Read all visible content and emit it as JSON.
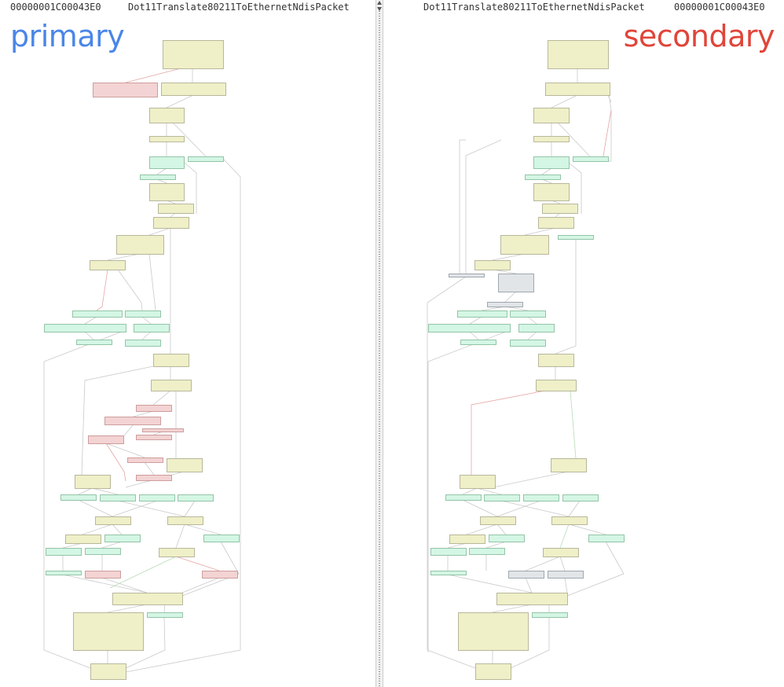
{
  "colors": {
    "primary": "#4a86e8",
    "secondary": "#e0453a",
    "matched": "#efefc8",
    "matched_border": "#a9a98a",
    "diff": "#f3d3d3",
    "diff_border": "#c48b8b",
    "identical": "#d4f6e4",
    "identical_border": "#7fb797",
    "unmatched": "#e1e5e8",
    "unmatched_border": "#8c959c",
    "edge": "#c9c9c9",
    "edge_red": "#e6a5a5",
    "edge_green": "#b7dcb7"
  },
  "left": {
    "address": "00000001C00043E0",
    "function": "Dot11Translate80211ToEthernetNdisPacket",
    "label": "primary"
  },
  "right": {
    "function": "Dot11Translate80211ToEthernetNdisPacket",
    "address": "00000001C00043E0",
    "label": "secondary"
  },
  "left_graph": {
    "nodes": [
      [
        "m",
        207,
        51,
        77,
        36
      ],
      [
        "d",
        118,
        105,
        82,
        18
      ],
      [
        "m",
        205,
        105,
        82,
        16
      ],
      [
        "m",
        190,
        137,
        44,
        19
      ],
      [
        "m",
        190,
        173,
        44,
        7
      ],
      [
        "g",
        190,
        199,
        44,
        15
      ],
      [
        "g",
        239,
        199,
        45,
        6
      ],
      [
        "g",
        178,
        222,
        45,
        6
      ],
      [
        "m",
        190,
        233,
        44,
        22
      ],
      [
        "m",
        201,
        259,
        45,
        12
      ],
      [
        "m",
        195,
        276,
        45,
        14
      ],
      [
        "m",
        148,
        299,
        60,
        24
      ],
      [
        "m",
        114,
        331,
        45,
        12
      ],
      [
        "g",
        92,
        395,
        63,
        8
      ],
      [
        "g",
        159,
        395,
        45,
        8
      ],
      [
        "g",
        56,
        412,
        104,
        10
      ],
      [
        "g",
        170,
        412,
        45,
        10
      ],
      [
        "g",
        97,
        432,
        45,
        6
      ],
      [
        "g",
        159,
        432,
        45,
        8
      ],
      [
        "m",
        195,
        450,
        45,
        16
      ],
      [
        "m",
        192,
        483,
        51,
        14
      ],
      [
        "d",
        173,
        515,
        45,
        8
      ],
      [
        "d",
        133,
        530,
        71,
        10
      ],
      [
        "d",
        181,
        545,
        52,
        4
      ],
      [
        "d",
        173,
        553,
        45,
        6
      ],
      [
        "d",
        112,
        554,
        45,
        10
      ],
      [
        "d",
        162,
        582,
        45,
        6
      ],
      [
        "m",
        212,
        583,
        45,
        17
      ],
      [
        "d",
        173,
        604,
        45,
        7
      ],
      [
        "m",
        95,
        604,
        45,
        17
      ],
      [
        "g",
        77,
        629,
        45,
        7
      ],
      [
        "g",
        127,
        629,
        45,
        8
      ],
      [
        "g",
        177,
        629,
        45,
        8
      ],
      [
        "g",
        226,
        629,
        45,
        8
      ],
      [
        "m",
        121,
        657,
        45,
        10
      ],
      [
        "m",
        213,
        657,
        45,
        10
      ],
      [
        "m",
        83,
        680,
        45,
        11
      ],
      [
        "g",
        133,
        680,
        45,
        9
      ],
      [
        "g",
        259,
        680,
        45,
        9
      ],
      [
        "g",
        58,
        697,
        45,
        9
      ],
      [
        "g",
        108,
        697,
        45,
        8
      ],
      [
        "m",
        202,
        697,
        45,
        11
      ],
      [
        "g",
        58,
        726,
        45,
        5
      ],
      [
        "d",
        108,
        726,
        45,
        9
      ],
      [
        "d",
        257,
        726,
        45,
        9
      ],
      [
        "m",
        143,
        754,
        89,
        15
      ],
      [
        "g",
        187,
        779,
        45,
        6
      ],
      [
        "m",
        93,
        779,
        89,
        48
      ],
      [
        "m",
        115,
        844,
        45,
        20
      ]
    ],
    "edges": [
      [
        "e",
        "M245 87 L245 105"
      ],
      [
        "r",
        "M230 87 L160 105"
      ],
      [
        "e",
        "M246 121 L212 137"
      ],
      [
        "e",
        "M212 156 L212 173"
      ],
      [
        "e",
        "M220 156 L262 199"
      ],
      [
        "e",
        "M212 180 L212 199"
      ],
      [
        "e",
        "M212 214 L200 222"
      ],
      [
        "e",
        "M235 207 L250 220 L250 272"
      ],
      [
        "e",
        "M200 228 L212 233"
      ],
      [
        "e",
        "M212 255 L223 259"
      ],
      [
        "e",
        "M223 271 L217 276"
      ],
      [
        "e",
        "M217 290 L190 299"
      ],
      [
        "e",
        "M178 323 L137 331"
      ],
      [
        "e",
        "M190 323 L198 395"
      ],
      [
        "r",
        "M137 343 L130 390 L123 395"
      ],
      [
        "e",
        "M150 343 L180 385 L181 395"
      ],
      [
        "e",
        "M123 403 L108 412"
      ],
      [
        "e",
        "M181 403 L192 412"
      ],
      [
        "e",
        "M108 422 L119 432"
      ],
      [
        "e",
        "M192 422 L181 432"
      ],
      [
        "e",
        "M217 290 L217 450"
      ],
      [
        "e",
        "M160 420 L56 460 L56 827 L115 850"
      ],
      [
        "e",
        "M217 466 L217 483"
      ],
      [
        "e",
        "M195 466 L108 484 L104 604"
      ],
      [
        "e",
        "M217 497 L195 515"
      ],
      [
        "e",
        "M224 497 L224 583"
      ],
      [
        "e",
        "M195 523 L170 530"
      ],
      [
        "e",
        "M170 540 L158 554"
      ],
      [
        "e",
        "M207 549 L196 553"
      ],
      [
        "e",
        "M135 564 L184 582"
      ],
      [
        "e",
        "M184 588 L196 604"
      ],
      [
        "r",
        "M135 564 L158 600 L160 612"
      ],
      [
        "e",
        "M234 600 L160 620"
      ],
      [
        "e",
        "M117 621 L100 629"
      ],
      [
        "e",
        "M117 621 L150 629"
      ],
      [
        "e",
        "M200 637 L143 657"
      ],
      [
        "e",
        "M248 637 L235 657"
      ],
      [
        "e",
        "M100 636 L143 657"
      ],
      [
        "e",
        "M150 637 L235 657"
      ],
      [
        "e",
        "M143 667 L105 680"
      ],
      [
        "e",
        "M143 667 L155 680"
      ],
      [
        "e",
        "M235 667 L224 697"
      ],
      [
        "e",
        "M235 667 L281 680"
      ],
      [
        "e",
        "M105 691 L80 697"
      ],
      [
        "e",
        "M155 689 L130 697"
      ],
      [
        "e",
        "M80 706 L80 726"
      ],
      [
        "e",
        "M130 705 L130 726"
      ],
      [
        "g",
        "M224 708 L140 748"
      ],
      [
        "r",
        "M224 708 L279 726"
      ],
      [
        "e",
        "M80 731 L187 754"
      ],
      [
        "e",
        "M130 735 L187 754"
      ],
      [
        "e",
        "M279 735 L232 754"
      ],
      [
        "e",
        "M281 689 L304 730 L232 758"
      ],
      [
        "e",
        "M210 756 L209 785"
      ],
      [
        "e",
        "M187 769 L137 779"
      ],
      [
        "e",
        "M137 827 L137 844"
      ],
      [
        "e",
        "M209 785 L210 827 L160 850"
      ],
      [
        "e",
        "M284 202 L306 225 L306 827 L160 855"
      ]
    ]
  },
  "right_graph": {
    "nodes": [
      [
        "m",
        209,
        51,
        77,
        36
      ],
      [
        "m",
        206,
        105,
        82,
        16
      ],
      [
        "m",
        191,
        137,
        45,
        19
      ],
      [
        "m",
        191,
        173,
        45,
        7
      ],
      [
        "g",
        191,
        199,
        45,
        15
      ],
      [
        "g",
        241,
        199,
        45,
        6
      ],
      [
        "g",
        180,
        222,
        45,
        6
      ],
      [
        "m",
        191,
        233,
        45,
        22
      ],
      [
        "m",
        202,
        259,
        45,
        12
      ],
      [
        "m",
        197,
        276,
        45,
        14
      ],
      [
        "g",
        222,
        299,
        45,
        5
      ],
      [
        "m",
        149,
        299,
        61,
        24
      ],
      [
        "m",
        116,
        331,
        45,
        12
      ],
      [
        "u",
        83,
        348,
        45,
        4
      ],
      [
        "u",
        146,
        348,
        45,
        23
      ],
      [
        "u",
        132,
        384,
        45,
        6
      ],
      [
        "g",
        94,
        395,
        63,
        8
      ],
      [
        "g",
        161,
        395,
        45,
        8
      ],
      [
        "g",
        57,
        412,
        104,
        10
      ],
      [
        "g",
        172,
        412,
        45,
        10
      ],
      [
        "g",
        98,
        432,
        45,
        6
      ],
      [
        "g",
        161,
        432,
        45,
        8
      ],
      [
        "m",
        197,
        450,
        45,
        16
      ],
      [
        "m",
        194,
        483,
        51,
        14
      ],
      [
        "m",
        213,
        583,
        45,
        17
      ],
      [
        "m",
        97,
        604,
        45,
        17
      ],
      [
        "g",
        79,
        629,
        45,
        7
      ],
      [
        "g",
        128,
        629,
        45,
        8
      ],
      [
        "g",
        178,
        629,
        45,
        8
      ],
      [
        "g",
        228,
        629,
        45,
        8
      ],
      [
        "m",
        123,
        657,
        45,
        10
      ],
      [
        "m",
        214,
        657,
        45,
        10
      ],
      [
        "m",
        84,
        680,
        45,
        11
      ],
      [
        "g",
        134,
        680,
        45,
        9
      ],
      [
        "g",
        261,
        680,
        45,
        9
      ],
      [
        "g",
        60,
        697,
        45,
        9
      ],
      [
        "g",
        109,
        697,
        45,
        8
      ],
      [
        "m",
        203,
        697,
        45,
        11
      ],
      [
        "g",
        60,
        726,
        45,
        5
      ],
      [
        "u",
        159,
        726,
        45,
        9
      ],
      [
        "u",
        209,
        726,
        45,
        9
      ],
      [
        "m",
        144,
        754,
        90,
        15
      ],
      [
        "g",
        189,
        779,
        45,
        6
      ],
      [
        "m",
        95,
        779,
        89,
        48
      ],
      [
        "m",
        117,
        844,
        45,
        20
      ]
    ],
    "edges": [
      [
        "e",
        "M247 87 L247 105"
      ],
      [
        "e",
        "M247 121 L214 137"
      ],
      [
        "e",
        "M214 156 L214 173"
      ],
      [
        "e",
        "M222 156 L263 199"
      ],
      [
        "e",
        "M214 180 L214 199"
      ],
      [
        "e",
        "M214 214 L202 222"
      ],
      [
        "e",
        "M236 207 L252 220 L252 272"
      ],
      [
        "e",
        "M202 228 L214 233"
      ],
      [
        "e",
        "M214 255 L225 259"
      ],
      [
        "e",
        "M225 271 L219 276"
      ],
      [
        "e",
        "M219 290 L180 299"
      ],
      [
        "e",
        "M180 323 L139 331"
      ],
      [
        "e",
        "M139 343 L169 348"
      ],
      [
        "e",
        "M169 371 L155 384"
      ],
      [
        "e",
        "M155 390 L125 395"
      ],
      [
        "e",
        "M155 390 L184 395"
      ],
      [
        "e",
        "M125 403 L110 412"
      ],
      [
        "e",
        "M184 403 L195 412"
      ],
      [
        "e",
        "M110 422 L121 432"
      ],
      [
        "e",
        "M195 422 L184 432"
      ],
      [
        "e",
        "M245 304 L245 440 L219 450"
      ],
      [
        "e",
        "M219 466 L219 483"
      ],
      [
        "r",
        "M206 497 L112 515 L112 604"
      ],
      [
        "g",
        "M238 497 L245 583"
      ],
      [
        "e",
        "M235 600 L140 620"
      ],
      [
        "e",
        "M119 621 L101 629"
      ],
      [
        "e",
        "M119 621 L150 629"
      ],
      [
        "e",
        "M200 637 L145 657"
      ],
      [
        "e",
        "M250 637 L236 657"
      ],
      [
        "e",
        "M101 636 L145 657"
      ],
      [
        "e",
        "M150 637 L236 657"
      ],
      [
        "e",
        "M145 667 L106 680"
      ],
      [
        "e",
        "M145 667 L156 680"
      ],
      [
        "g",
        "M236 667 L225 697"
      ],
      [
        "e",
        "M236 667 L283 680"
      ],
      [
        "e",
        "M106 691 L82 697"
      ],
      [
        "e",
        "M156 689 L131 697"
      ],
      [
        "e",
        "M82 706 L82 726"
      ],
      [
        "e",
        "M131 705 L131 726"
      ],
      [
        "e",
        "M225 708 L181 726"
      ],
      [
        "e",
        "M225 708 L231 726"
      ],
      [
        "e",
        "M82 731 L189 754"
      ],
      [
        "e",
        "M181 735 L189 754"
      ],
      [
        "e",
        "M231 735 L234 754"
      ],
      [
        "e",
        "M283 689 L306 730 L234 758"
      ],
      [
        "e",
        "M211 756 L211 785"
      ],
      [
        "e",
        "M189 769 L139 779"
      ],
      [
        "e",
        "M139 827 L139 844"
      ],
      [
        "e",
        "M211 785 L211 827 L162 850"
      ],
      [
        "e",
        "M105 352 L56 385 L56 827 L117 850"
      ],
      [
        "e",
        "M105 178 L97 178 L97 348"
      ],
      [
        "e",
        "M150 178 L105 198 L105 348"
      ],
      [
        "e",
        "M286 113 L290 140 L290 205 L263 205"
      ],
      [
        "r",
        "M290 140 L283 180 L280 199"
      ],
      [
        "e",
        "M161 420 L57 460 L57 830"
      ],
      [
        "e",
        "M286 121 L290 130"
      ]
    ]
  }
}
